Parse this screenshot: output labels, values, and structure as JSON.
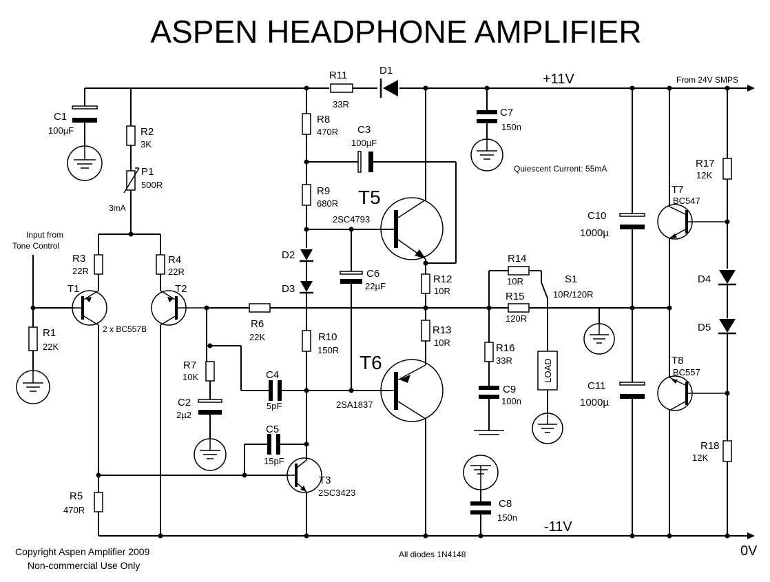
{
  "title": "ASPEN HEADPHONE AMPLIFIER",
  "rails": {
    "positive": "+11V",
    "negative": "-11V",
    "ground": "0V",
    "supply_source": "From 24V SMPS"
  },
  "notes": {
    "quiescent": "Quiescent Current: 55mA",
    "diodes": "All diodes 1N4148",
    "current": "3mA",
    "input": [
      "Input from",
      "Tone Control"
    ],
    "pair": "2 x BC557B",
    "copyright": [
      "Copyright Aspen Amplifier 2009",
      "Non-commercial Use Only"
    ]
  },
  "resistors": {
    "r1": {
      "name": "R1",
      "value": "22K"
    },
    "r2": {
      "name": "R2",
      "value": "3K"
    },
    "r3": {
      "name": "R3",
      "value": "22R"
    },
    "r4": {
      "name": "R4",
      "value": "22R"
    },
    "r5": {
      "name": "R5",
      "value": "470R"
    },
    "r6": {
      "name": "R6",
      "value": "22K"
    },
    "r7": {
      "name": "R7",
      "value": "10K"
    },
    "r8": {
      "name": "R8",
      "value": "470R"
    },
    "r9": {
      "name": "R9",
      "value": "680R"
    },
    "r10": {
      "name": "R10",
      "value": "150R"
    },
    "r11": {
      "name": "R11",
      "value": "33R"
    },
    "r12": {
      "name": "R12",
      "value": "10R"
    },
    "r13": {
      "name": "R13",
      "value": "10R"
    },
    "r14": {
      "name": "R14",
      "value": "10R"
    },
    "r15": {
      "name": "R15",
      "value": "120R"
    },
    "r16": {
      "name": "R16",
      "value": "33R"
    },
    "r17": {
      "name": "R17",
      "value": "12K"
    },
    "r18": {
      "name": "R18",
      "value": "12K"
    },
    "p1": {
      "name": "P1",
      "value": "500R"
    }
  },
  "capacitors": {
    "c1": {
      "name": "C1",
      "value": "100µF"
    },
    "c2": {
      "name": "C2",
      "value": "2µ2"
    },
    "c3": {
      "name": "C3",
      "value": "100µF"
    },
    "c4": {
      "name": "C4",
      "value": "5pF"
    },
    "c5": {
      "name": "C5",
      "value": "15pF"
    },
    "c6": {
      "name": "C6",
      "value": "22µF"
    },
    "c7": {
      "name": "C7",
      "value": "150n"
    },
    "c8": {
      "name": "C8",
      "value": "150n"
    },
    "c9": {
      "name": "C9",
      "value": "100n"
    },
    "c10": {
      "name": "C10",
      "value": "1000µ"
    },
    "c11": {
      "name": "C11",
      "value": "1000µ"
    }
  },
  "transistors": {
    "t1": {
      "name": "T1"
    },
    "t2": {
      "name": "T2"
    },
    "t3": {
      "name": "T3",
      "part": "2SC3423"
    },
    "t5": {
      "name": "T5",
      "part": "2SC4793"
    },
    "t6": {
      "name": "T6",
      "part": "2SA1837"
    },
    "t7": {
      "name": "T7",
      "part": "BC547"
    },
    "t8": {
      "name": "T8",
      "part": "BC557"
    }
  },
  "diodes": {
    "d1": {
      "name": "D1"
    },
    "d2": {
      "name": "D2"
    },
    "d3": {
      "name": "D3"
    },
    "d4": {
      "name": "D4"
    },
    "d5": {
      "name": "D5"
    }
  },
  "switch": {
    "name": "S1",
    "value": "10R/120R"
  },
  "load": "LOAD"
}
